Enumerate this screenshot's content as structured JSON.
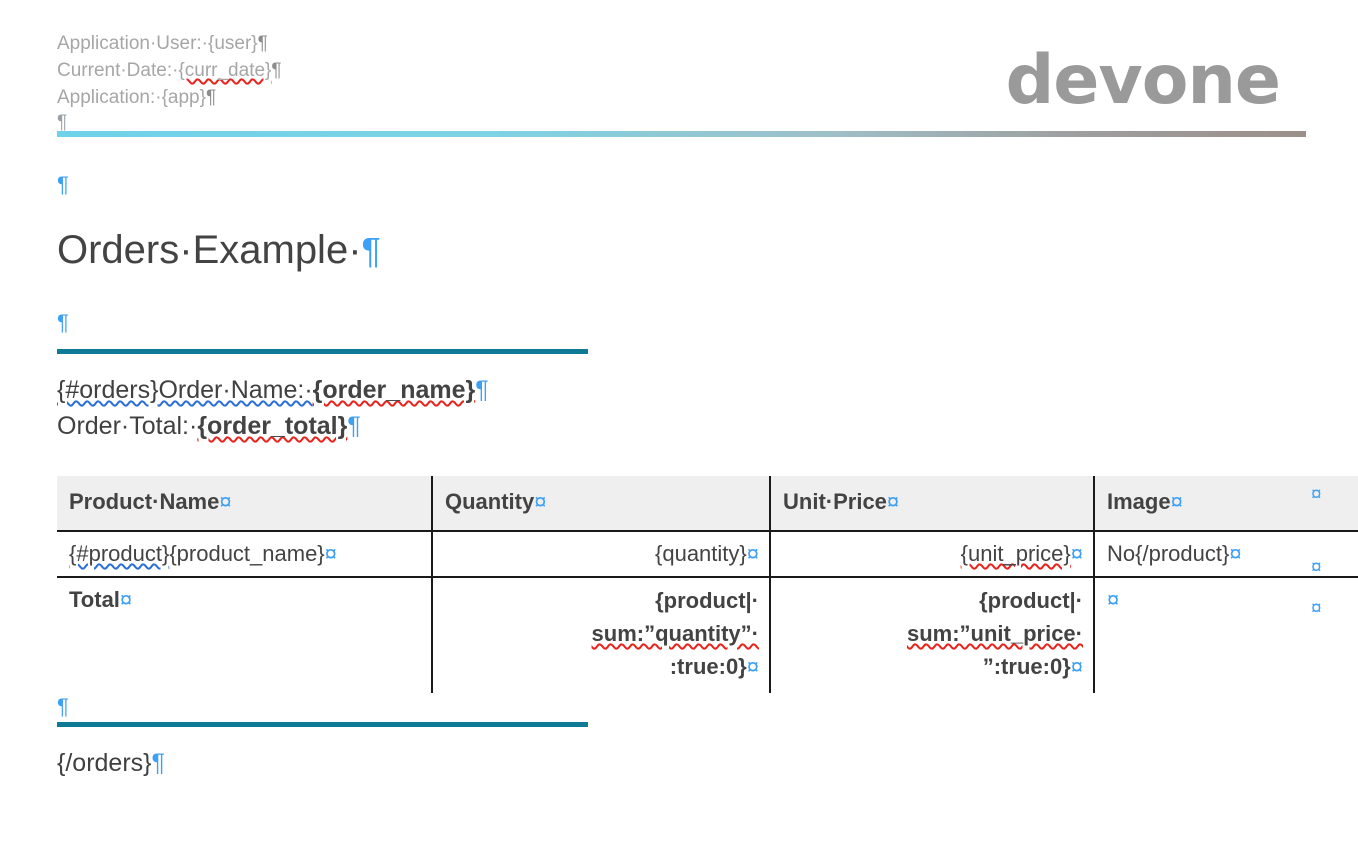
{
  "header": {
    "lines": [
      "Application·User:·{user}",
      "Current·Date:·{curr_date}",
      "Application:·{app}"
    ],
    "line1_label": "Application·User:·",
    "line1_token": "{user}",
    "line2_label": "Current·Date:·",
    "line2_token": "{curr_date}",
    "line3_label": "Application:·",
    "line3_token": "{app}",
    "logo": "devone",
    "rule_color_left": "#6ed2e8",
    "rule_color_right": "#9c8f8a"
  },
  "document": {
    "title": "Orders·Example·",
    "rule_color": "#0e7a96",
    "open_tag_line1_prefix": "{#orders}Order·Name:·",
    "open_tag_line1_token": "{order_name}",
    "open_tag_line2_prefix": "Order·Total:·",
    "open_tag_line2_token": "{order_total}",
    "close_tag": "{/orders}",
    "pilcrow": "¶",
    "cell_mark": "¤",
    "space_dot": "·"
  },
  "table": {
    "columns": [
      "Product·Name",
      "Quantity",
      "Unit·Price",
      "Image"
    ],
    "rows": [
      {
        "name": "product-row",
        "cells": [
          {
            "text_prefix": "{#product}",
            "text_suffix": "{product_name}",
            "align": "left",
            "bold": false
          },
          {
            "text": "{quantity}",
            "align": "right",
            "bold": false
          },
          {
            "text": "{unit_price}",
            "align": "right",
            "bold": false
          },
          {
            "text": "No{/product}",
            "align": "left",
            "bold": false
          }
        ]
      },
      {
        "name": "total-row",
        "cells": [
          {
            "text": "Total",
            "align": "left",
            "bold": true
          },
          {
            "align": "right",
            "bold": true,
            "lines": [
              "{product|·",
              "sum:”quantity”·",
              ":true:0}"
            ]
          },
          {
            "align": "right",
            "bold": true,
            "lines": [
              "{product|·",
              "sum:”unit_price·",
              "”:true:0}"
            ]
          },
          {
            "text": "",
            "align": "left",
            "bold": false
          }
        ]
      }
    ],
    "header_bg": "#efefef",
    "border_color": "#1a1a1a"
  }
}
